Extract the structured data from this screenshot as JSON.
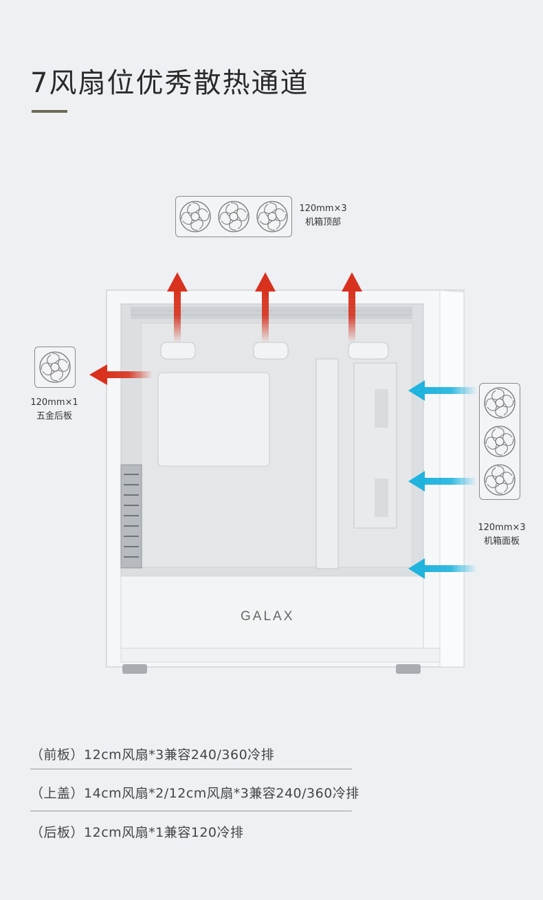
{
  "title": "7风扇位优秀散热通道",
  "brand": "GALAX",
  "fan_groups": [
    {
      "id": "top",
      "count_text": "120mm×3",
      "location": "机箱顶部"
    },
    {
      "id": "rear",
      "count_text": "120mm×1",
      "location": "五金后板"
    },
    {
      "id": "front",
      "count_text": "120mm×3",
      "location": "机箱面板"
    }
  ],
  "specs": [
    {
      "prefix": "（前板）",
      "text": "12cm风扇*3兼容240/360冷排"
    },
    {
      "prefix": "（上盖）",
      "text": "14cm风扇*2/12cm风扇*3兼容240/360冷排"
    },
    {
      "prefix": "（后板）",
      "text": "12cm风扇*1兼容120冷排"
    }
  ],
  "colors": {
    "exhaust": "#d8321e",
    "intake": "#1fb3de",
    "accent": "#6b6a55"
  }
}
